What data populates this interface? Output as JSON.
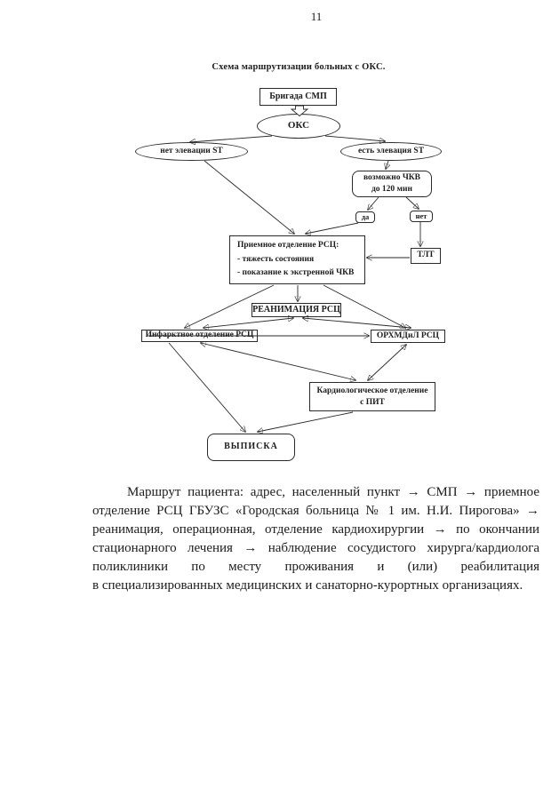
{
  "page": {
    "number": "11"
  },
  "colors": {
    "ink": "#1c1c1c",
    "paper": "#ffffff"
  },
  "diagram": {
    "title": "Схема маршрутизации больных с ОКС.",
    "nodes": {
      "smp": "Бригада СМП",
      "oks": "ОКС",
      "no_st": "нет элевации ST",
      "yes_st": "есть элевация ST",
      "pci_line1": "возможно ЧКВ",
      "pci_line2": "до 120 мин",
      "yes": "да",
      "no": "нет",
      "tlt": "ТЛТ",
      "admission_title": "Приемное отделение РСЦ:",
      "admission_item1": "- тяжесть состояния",
      "admission_item2": "- показание к экстренной ЧКВ",
      "reanimation": "РЕАНИМАЦИЯ РСЦ",
      "infarct": "Инфарктное отделение РСЦ",
      "orhmdil": "ОРХМДиЛ РСЦ",
      "cardio_line1": "Кардиологическое отделение",
      "cardio_line2": "с ПИТ",
      "discharge": "ВЫПИСКА"
    }
  },
  "paragraph": {
    "lines": [
      "Маршрут пациента: адрес, населенный пункт → СМП → приемное",
      "отделение РСЦ ГБУЗС «Городская больница № 1 им. Н.И. Пирогова» →",
      "реанимация, операционная, отделение кардиохирургии → по окончании",
      "стационарного лечения → наблюдение сосудистого хирурга/кардиолога",
      "поликлиники по месту проживания и (или) реабилитация",
      "в специализированных медицинских и санаторно-курортных организациях."
    ]
  }
}
